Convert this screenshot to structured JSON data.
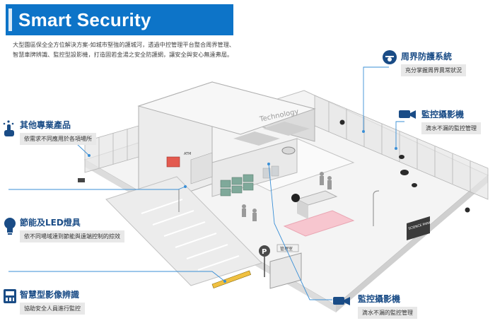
{
  "header": {
    "title": "Smart Security Solutions",
    "intro": "大型園區保全全方位解決方案-如城市堅強的護城河，透過中控管理平台整合周界管理、智慧車牌辨識、監控型設影機，打造固若金湯之安全防護網，讓安全與安心無遠弗屆。"
  },
  "callouts": {
    "perimeter": {
      "title": "周界防護系統",
      "sub": "充分掌握周界異常狀況"
    },
    "camera_top": {
      "title": "監控攝影機",
      "sub": "滴水不漏的監控管理"
    },
    "other": {
      "title": "其他專業產品",
      "sub": "依需求不同應用於各項場所"
    },
    "led": {
      "title": "節能及LED燈具",
      "sub": "依不同場域達到節能與遠端控制的綜效"
    },
    "smart_image": {
      "title": "智慧型影像辨識",
      "sub": "協助安全人員進行監控"
    },
    "camera_bottom": {
      "title": "監控攝影機",
      "sub": "滴水不漏的監控管理"
    }
  },
  "scene": {
    "building_label": "Technology",
    "atm_label": "ATM",
    "parking_letter": "P",
    "park_sign": "SCIENCE PARK",
    "booth_sign": "管理室"
  },
  "icons": [
    "dome-camera-icon",
    "cctv-camera-icon",
    "touch-hand-icon",
    "led-bulb-icon",
    "lpr-terminal-icon"
  ],
  "colors": {
    "accent": "#0d74c8",
    "title": "#1a4c86",
    "line": "#3a8fd6",
    "pink_floor": "#f7c6cf"
  }
}
